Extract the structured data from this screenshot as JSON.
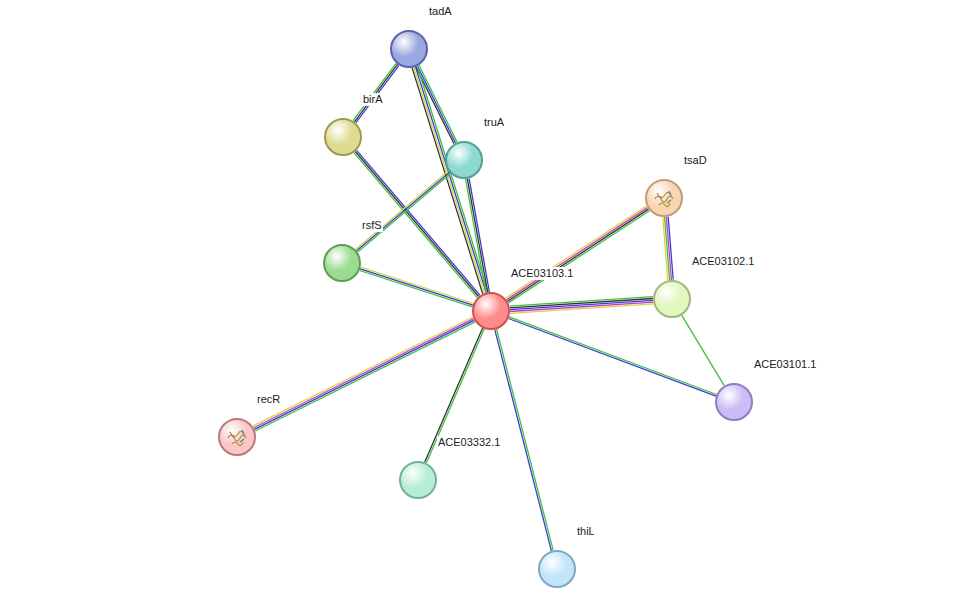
{
  "diagram": {
    "nodes": [
      {
        "text": [
          "tadA"
        ]
      },
      {
        "text": [
          "birA"
        ]
      },
      {
        "text": [
          "truA"
        ]
      },
      {
        "text": [
          "tsaD"
        ]
      },
      {
        "text": [
          "rsfS"
        ]
      },
      {
        "text": [
          "ACE03102.1"
        ]
      },
      {
        "text": [
          "ACE03103.1"
        ]
      },
      {
        "text": [
          "ACE03101.1"
        ]
      },
      {
        "text": [
          "recR"
        ]
      },
      {
        "text": [
          "ACE03332.1"
        ]
      },
      {
        "text": [
          "thiL"
        ]
      }
    ],
    "edges": [
      {
        "from": 0,
        "to": 1,
        "arrow": "none"
      },
      {
        "from": 0,
        "to": 2,
        "arrow": "none"
      },
      {
        "from": 0,
        "to": 6,
        "arrow": "none"
      },
      {
        "from": 1,
        "to": 6,
        "arrow": "none"
      },
      {
        "from": 2,
        "to": 6,
        "arrow": "none"
      },
      {
        "from": 2,
        "to": 4,
        "arrow": "none"
      },
      {
        "from": 4,
        "to": 6,
        "arrow": "none"
      },
      {
        "from": 3,
        "to": 6,
        "arrow": "none"
      },
      {
        "from": 3,
        "to": 5,
        "arrow": "none"
      },
      {
        "from": 5,
        "to": 6,
        "arrow": "none"
      },
      {
        "from": 5,
        "to": 7,
        "arrow": "none"
      },
      {
        "from": 7,
        "to": 6,
        "arrow": "none"
      },
      {
        "from": 8,
        "to": 6,
        "arrow": "none"
      },
      {
        "from": 9,
        "to": 6,
        "arrow": "none"
      },
      {
        "from": 10,
        "to": 6,
        "arrow": "none"
      }
    ]
  }
}
